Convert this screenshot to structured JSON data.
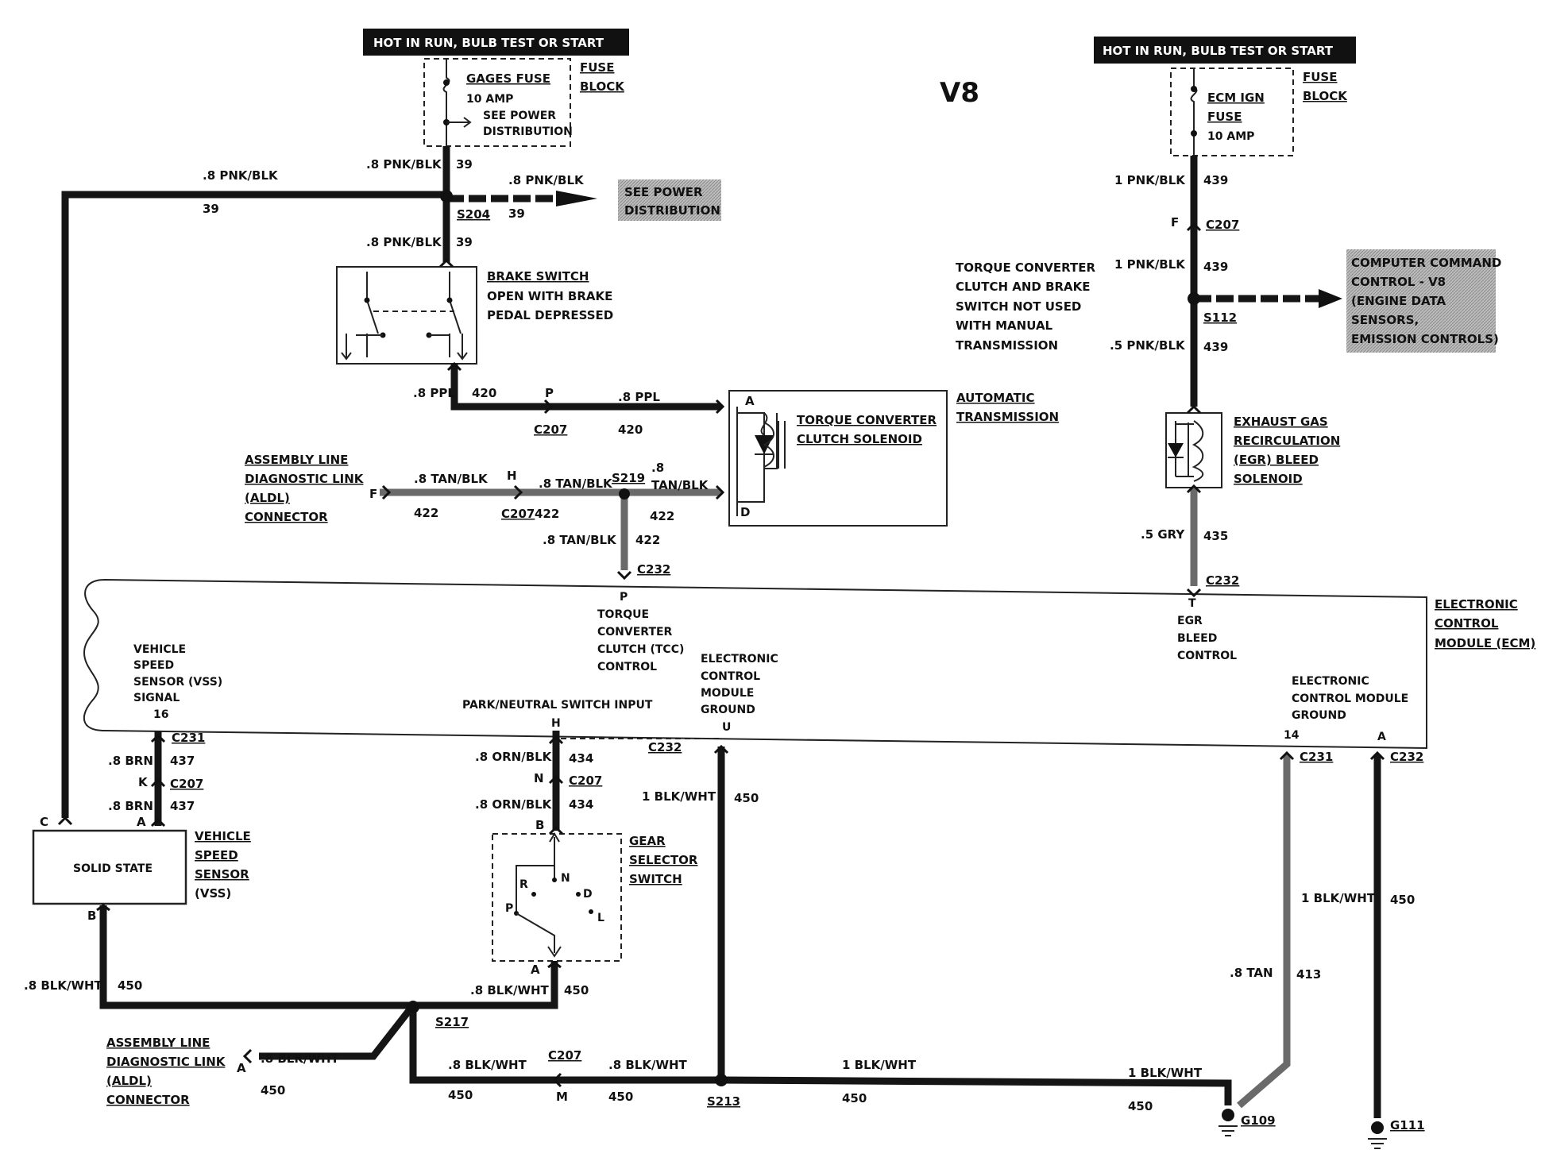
{
  "title": "V8",
  "hot_run_left": "HOT IN RUN,   BULB TEST OR START",
  "hot_run_right": "HOT IN RUN,   BULB TEST OR START",
  "gages_fuse": {
    "name": "GAGES FUSE",
    "amp": "10 AMP",
    "note1": "SEE POWER",
    "note2": "DISTRIBUTION"
  },
  "fuse_block_left": [
    "FUSE",
    "BLOCK"
  ],
  "fuse_block_right": [
    "FUSE",
    "BLOCK"
  ],
  "ecm_fuse": [
    "ECM IGN",
    "FUSE",
    "10 AMP"
  ],
  "wires": {
    "w8pnkblk": ".8 PNK/BLK",
    "w39": "39",
    "w1pnkblk": "1 PNK/BLK",
    "w439": "439",
    "w5pnkblk": ".5 PNK/BLK",
    "w8ppl": ".8 PPL",
    "w420": "420",
    "w8tanblk": ".8 TAN/BLK",
    "w8tan_a": ".8",
    "w8tan_b": "TAN/BLK",
    "w422": "422",
    "w5gry": ".5 GRY",
    "w435": "435",
    "w8brn": ".8 BRN",
    "w437": "437",
    "w8ornblk": ".8 ORN/BLK",
    "w434": "434",
    "w1blkwht": "1 BLK/WHT",
    "w8blkwht": ".8 BLK/WHT",
    "w450": "450",
    "w8tan": ".8 TAN",
    "w413": "413"
  },
  "splices": {
    "s204": "S204",
    "s219": "S219",
    "s112": "S112",
    "s217": "S217",
    "s213": "S213"
  },
  "connectors": {
    "c207": "C207",
    "c232": "C232",
    "c231": "C231"
  },
  "grounds": {
    "g109": "G109",
    "g111": "G111"
  },
  "pins": {
    "F": "F",
    "P": "P",
    "H": "H",
    "T": "T",
    "U": "U",
    "N": "N",
    "K": "K",
    "A": "A",
    "B": "B",
    "C": "C",
    "D": "D",
    "M": "M",
    "p16": "16",
    "p14": "14"
  },
  "see_power": [
    "SEE POWER",
    "DISTRIBUTION"
  ],
  "computer_command": [
    "COMPUTER COMMAND",
    "CONTROL - V8",
    "(ENGINE DATA",
    "SENSORS,",
    "EMISSION CONTROLS)"
  ],
  "brake_switch": [
    "BRAKE SWITCH",
    "OPEN WITH BRAKE",
    "PEDAL DEPRESSED"
  ],
  "tcc_note": [
    "TORQUE CONVERTER",
    "CLUTCH AND BRAKE",
    "SWITCH NOT USED",
    "WITH MANUAL",
    "TRANSMISSION"
  ],
  "tcc_solenoid": [
    "TORQUE CONVERTER",
    "CLUTCH SOLENOID"
  ],
  "automatic_transmission": [
    "AUTOMATIC",
    "TRANSMISSION"
  ],
  "egr_solenoid": [
    "EXHAUST GAS",
    "RECIRCULATION",
    "(EGR) BLEED",
    "SOLENOID"
  ],
  "aldl_top": [
    "ASSEMBLY LINE",
    "DIAGNOSTIC LINK",
    "(ALDL)",
    "CONNECTOR"
  ],
  "aldl_bottom": [
    "ASSEMBLY LINE",
    "DIAGNOSTIC LINK",
    "(ALDL)",
    "CONNECTOR"
  ],
  "ecm_label": [
    "ELECTRONIC",
    "CONTROL",
    "MODULE (ECM)"
  ],
  "ecm_tcc": [
    "TORQUE",
    "CONVERTER",
    "CLUTCH (TCC)",
    "CONTROL"
  ],
  "ecm_egr": [
    "EGR",
    "BLEED",
    "CONTROL"
  ],
  "ecm_ground_u": [
    "ELECTRONIC",
    "CONTROL",
    "MODULE",
    "GROUND"
  ],
  "ecm_ground_14": [
    "ELECTRONIC",
    "CONTROL MODULE",
    "GROUND"
  ],
  "ecm_vss": [
    "VEHICLE",
    "SPEED",
    "SENSOR (VSS)",
    "SIGNAL"
  ],
  "park_neutral": "PARK/NEUTRAL SWITCH INPUT",
  "vss_box": "SOLID STATE",
  "vss_label": [
    "VEHICLE",
    "SPEED",
    "SENSOR",
    "(VSS)"
  ],
  "gear_selector": [
    "GEAR",
    "SELECTOR",
    "SWITCH"
  ],
  "gear_positions": {
    "R": "R",
    "N": "N",
    "D": "D",
    "P": "P",
    "L": "L"
  }
}
